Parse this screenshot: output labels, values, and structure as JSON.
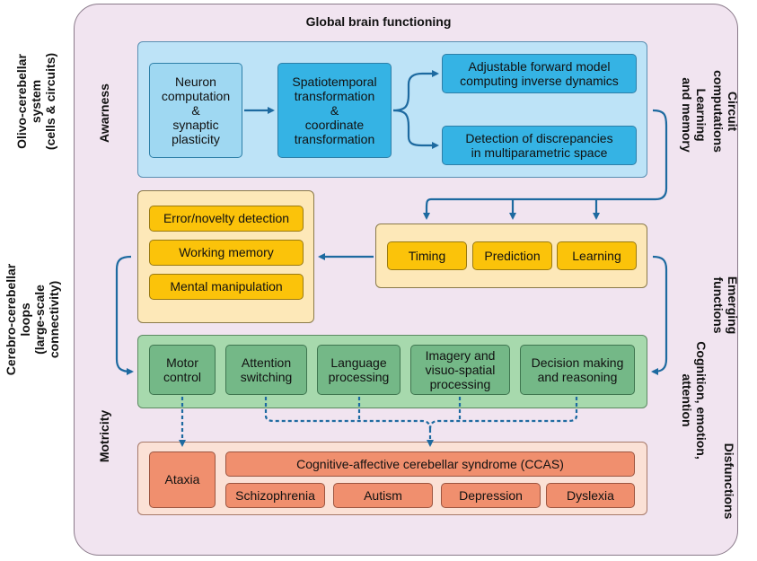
{
  "title": "Global brain functioning",
  "left_labels": {
    "olivo": "Olivo-cerebellar\nsystem\n(cells & circuits)",
    "cerebro": "Cerebro-cerebellar\nloops\n(large-scale\nconnectivity)"
  },
  "inner_left_labels": {
    "awarness": "Awarness",
    "motricity": "Motricity"
  },
  "right_labels": {
    "circuit": "Circuit\ncomputations",
    "emerging": "Emerging\nfunctions",
    "disfunctions": "Disfunctions"
  },
  "inner_right_labels": {
    "learning": "Learning\nand memory",
    "cognition": "Cognition, emotion,\nattention"
  },
  "circuit_section": {
    "neuron": "Neuron\ncomputation\n&\nsynaptic\nplasticity",
    "spatio": "Spatiotemporal\ntransformation\n&\ncoordinate\ntransformation",
    "forward": "Adjustable forward model\ncomputing inverse dynamics",
    "discrepancy": "Detection of discrepancies\nin multiparametric space"
  },
  "cognitive_section": {
    "error": "Error/novelty detection",
    "working": "Working memory",
    "mental": "Mental manipulation"
  },
  "emerging_section": {
    "timing": "Timing",
    "prediction": "Prediction",
    "learning": "Learning"
  },
  "functions_section": {
    "motor": "Motor\ncontrol",
    "attention": "Attention\nswitching",
    "language": "Language\nprocessing",
    "imagery": "Imagery and\nvisuo-spatial\nprocessing",
    "decision": "Decision making\nand reasoning"
  },
  "disorders_section": {
    "ataxia": "Ataxia",
    "ccas": "Cognitive-affective cerebellar syndrome (CCAS)",
    "schizophrenia": "Schizophrenia",
    "autism": "Autism",
    "depression": "Depression",
    "dyslexia": "Dyslexia"
  },
  "colors": {
    "arrow": "#1d6aa0",
    "blue_panel": "#bde3f7",
    "yellow_panel": "#fde8b8",
    "green_panel": "#a7d9ad",
    "pink_panel": "#fbe1d6"
  }
}
